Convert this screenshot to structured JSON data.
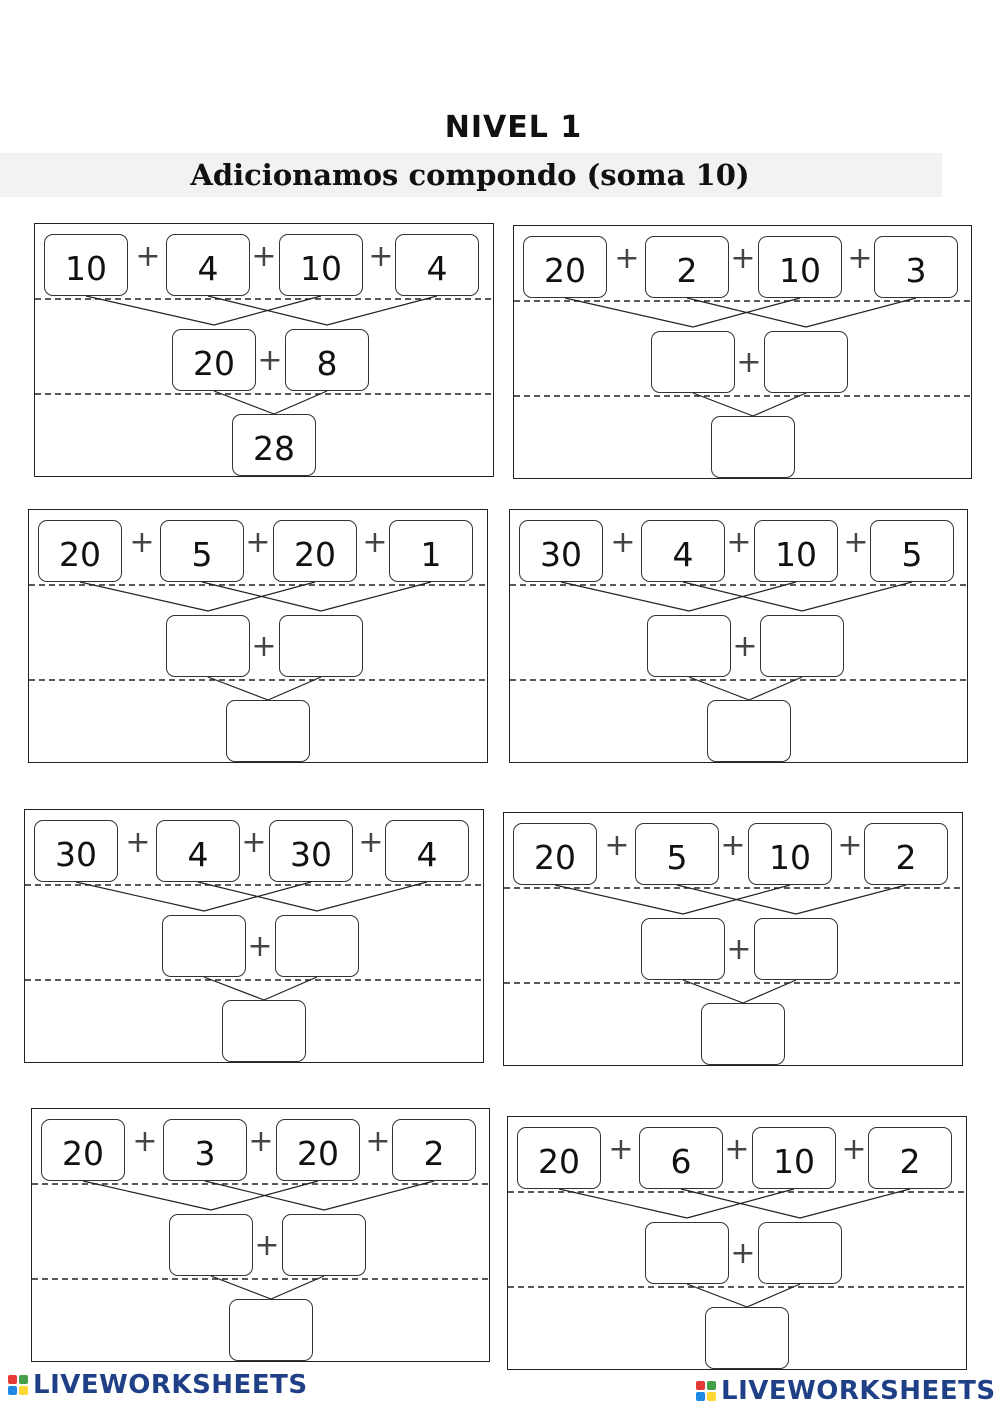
{
  "header": {
    "level": "NIVEL 1",
    "subtitle": "Adicionamos compondo (soma 10)"
  },
  "operator": "+",
  "exercises": [
    {
      "top": [
        "10",
        "4",
        "10",
        "4"
      ],
      "middle": [
        "20",
        "8"
      ],
      "result": "28"
    },
    {
      "top": [
        "20",
        "2",
        "10",
        "3"
      ],
      "middle": [
        "",
        ""
      ],
      "result": ""
    },
    {
      "top": [
        "20",
        "5",
        "20",
        "1"
      ],
      "middle": [
        "",
        ""
      ],
      "result": ""
    },
    {
      "top": [
        "30",
        "4",
        "10",
        "5"
      ],
      "middle": [
        "",
        ""
      ],
      "result": ""
    },
    {
      "top": [
        "30",
        "4",
        "30",
        "4"
      ],
      "middle": [
        "",
        ""
      ],
      "result": ""
    },
    {
      "top": [
        "20",
        "5",
        "10",
        "2"
      ],
      "middle": [
        "",
        ""
      ],
      "result": ""
    },
    {
      "top": [
        "20",
        "3",
        "20",
        "2"
      ],
      "middle": [
        "",
        ""
      ],
      "result": ""
    },
    {
      "top": [
        "20",
        "6",
        "10",
        "2"
      ],
      "middle": [
        "",
        ""
      ],
      "result": ""
    }
  ],
  "footer": {
    "logo_text": "LIVEWORKSHEETS",
    "logo_colors": [
      "#e53935",
      "#43a047",
      "#1e88e5",
      "#fdd835"
    ]
  }
}
